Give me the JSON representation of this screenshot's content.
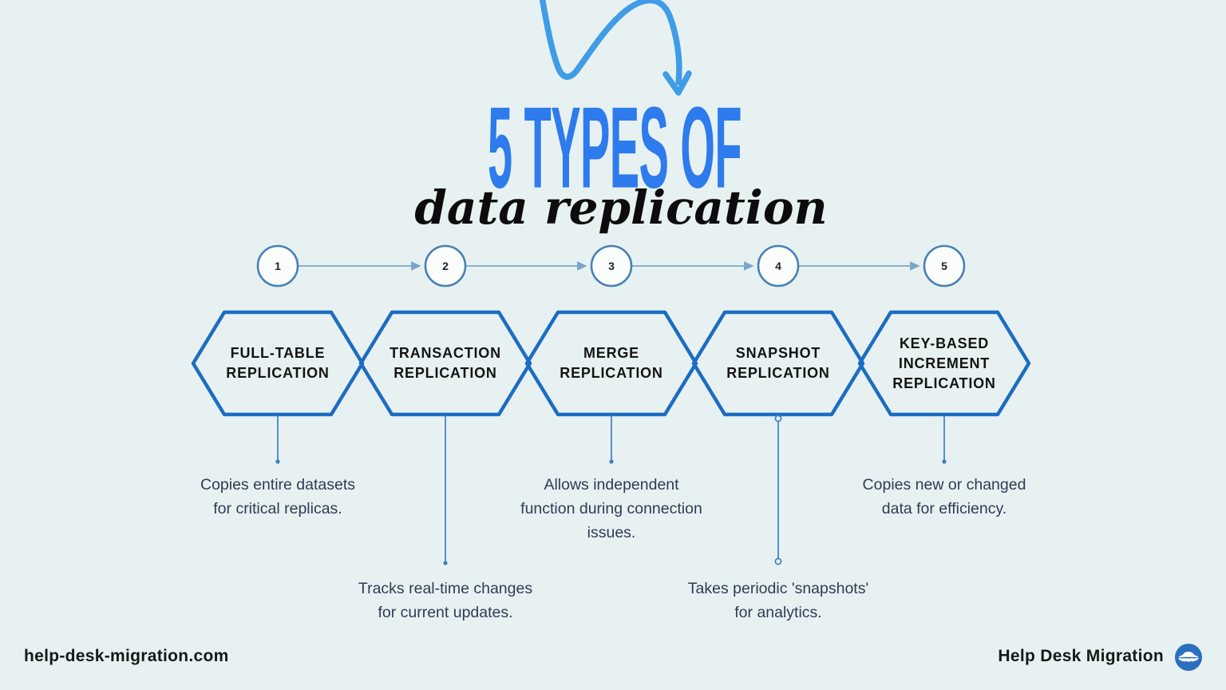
{
  "header": {
    "title_line1": "5 TYPES OF",
    "title_line2": "data replication",
    "arrow_icon": "curved-doodle-arrow"
  },
  "types": [
    {
      "number": "1",
      "name": "FULL-TABLE\nREPLICATION",
      "description": "Copies entire datasets\nfor critical replicas."
    },
    {
      "number": "2",
      "name": "TRANSACTION\nREPLICATION",
      "description": "Tracks real-time changes\nfor current updates."
    },
    {
      "number": "3",
      "name": "MERGE\nREPLICATION",
      "description": "Allows independent\nfunction during connection\nissues."
    },
    {
      "number": "4",
      "name": "SNAPSHOT\nREPLICATION",
      "description": "Takes periodic 'snapshots'\nfor analytics."
    },
    {
      "number": "5",
      "name": "KEY-BASED\nINCREMENT\nREPLICATION",
      "description": "Copies new or changed\ndata for efficiency."
    }
  ],
  "footer": {
    "website": "help-desk-migration.com",
    "brand": "Help Desk Migration",
    "logo_icon": "ufo-saucer"
  },
  "colors": {
    "background": "#e8f1f1",
    "title_blue": "#2d7bed",
    "arrow_blue": "#3f9ce6",
    "hexagon_border": "#1c6dc2",
    "circle_border": "#4781b5",
    "timeline_line": "#7ca6c9",
    "connector_line": "#3c7ec8",
    "description_text": "#2e3c55",
    "footer_text": "#101c17",
    "logo_blue": "#2b6fc1"
  }
}
